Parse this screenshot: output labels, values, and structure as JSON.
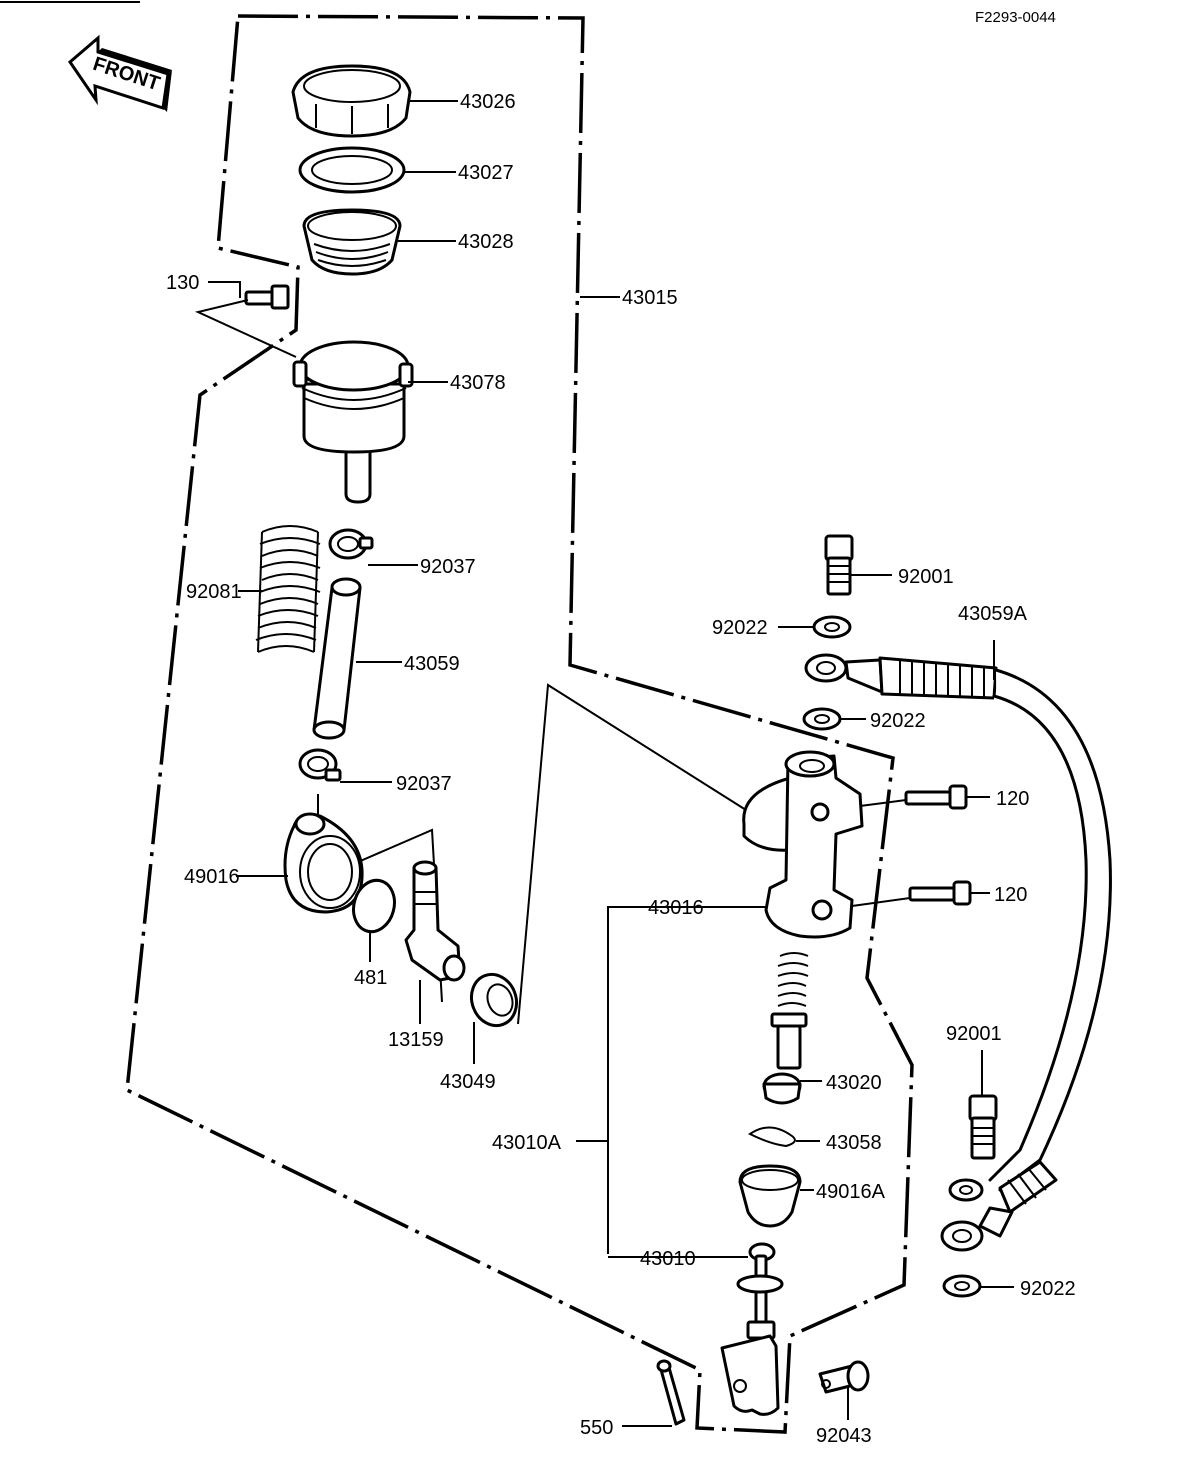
{
  "figure_code": "F2293-0044",
  "front_label": "FRONT",
  "labels": {
    "p43026": "43026",
    "p43027": "43027",
    "p43028": "43028",
    "p43015": "43015",
    "p130": "130",
    "p43078": "43078",
    "p92081": "92081",
    "p92037a": "92037",
    "p43059": "43059",
    "p92037b": "92037",
    "p49016": "49016",
    "p481": "481",
    "p13159": "13159",
    "p43049": "43049",
    "p92001a": "92001",
    "p92022a": "92022",
    "p43059A": "43059A",
    "p92022b": "92022",
    "p120a": "120",
    "p120b": "120",
    "p43016": "43016",
    "p43020": "43020",
    "p43058": "43058",
    "p43010A": "43010A",
    "p49016A": "49016A",
    "p43010": "43010",
    "p92001b": "92001",
    "p92022c": "92022",
    "p550": "550",
    "p92043": "92043"
  }
}
